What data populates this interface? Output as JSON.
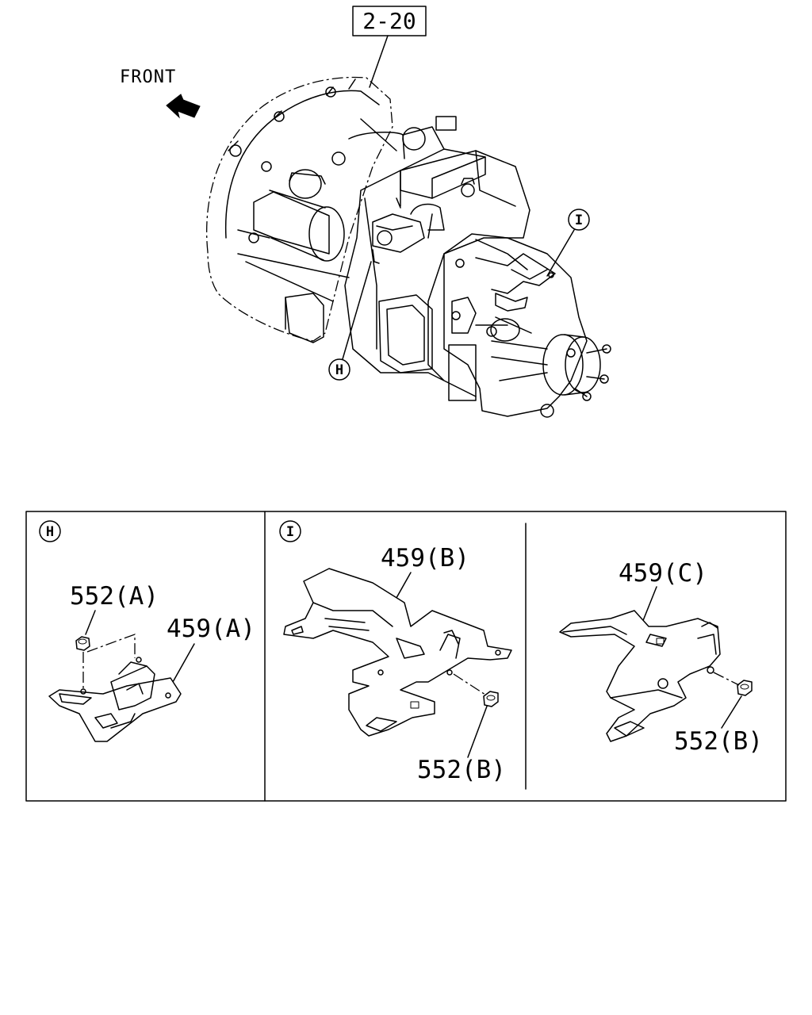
{
  "header": {
    "ref_box": "2-20",
    "front": "FRONT"
  },
  "callouts": {
    "main_h": "H",
    "main_i": "I"
  },
  "panels": {
    "h": {
      "marker": "H",
      "labels": {
        "nut": "552(A)",
        "bracket": "459(A)"
      }
    },
    "i": {
      "marker": "I",
      "left": {
        "bracket": "459(B)",
        "nut": "552(B)"
      },
      "right": {
        "bracket": "459(C)",
        "nut": "552(B)"
      }
    }
  }
}
